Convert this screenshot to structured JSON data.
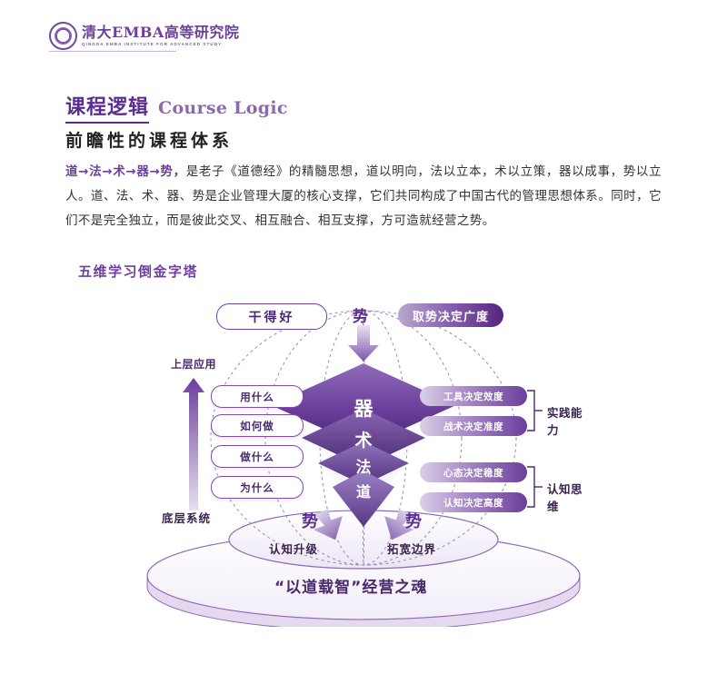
{
  "brand": {
    "logo_cn": "清大EMBA高等研究院",
    "logo_en": "QINGDA EMBA INSTITUTE FOR ADVANCED STUDY",
    "seal_icon": "university-seal-icon"
  },
  "header": {
    "title_cn": "课程逻辑",
    "title_en": "Course Logic",
    "subtitle": "前瞻性的课程体系",
    "accent_color": "#5b2d91"
  },
  "body": {
    "lead": "道→法→术→器→势，",
    "paragraph": "是老子《道德经》的精髓思想，道以明向，法以立本，术以立策，器以成事，势以立人。道、法、术、器、势是企业管理大厦的核心支撑，它们共同构成了中国古代的管理思想体系。同时，它们不是完全独立，而是彼此交叉、相互融合、相互支撑，方可造就经营之势。"
  },
  "diagram": {
    "title": "五维学习倒金字塔",
    "top_left_pill": "干得好",
    "top_center_label": "势",
    "top_right_pill": "取势决定广度",
    "axis_label": "上层应用",
    "base_system_label": "底层系统",
    "left_pills": [
      "用什么",
      "如何做",
      "做什么",
      "为什么"
    ],
    "core_layers": [
      "器",
      "术",
      "法",
      "道"
    ],
    "right_pills": [
      "工具决定效度",
      "战术决定准度",
      "心态决定稳度",
      "认知决定高度"
    ],
    "brace_labels": [
      "实践能力",
      "认知思维"
    ],
    "bottom_shi_left": "势",
    "bottom_shi_right": "势",
    "bottom_left_label": "认知升级",
    "bottom_right_label": "拓宽边界",
    "motto": "“以道载智”经营之魂",
    "colors": {
      "deep_purple": "#4a2a6e",
      "mid_purple": "#6f3f9e",
      "light_purple": "#a98bc8",
      "pale": "#d9cfe6"
    }
  }
}
